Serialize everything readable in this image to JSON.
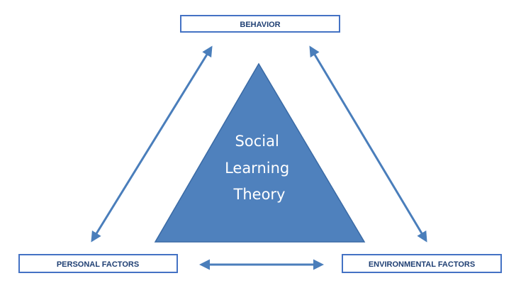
{
  "nodes": {
    "behavior": {
      "label": "BEHAVIOR"
    },
    "personal": {
      "label": "PERSONAL FACTORS"
    },
    "environmental": {
      "label": "ENVIRONMENTAL FACTORS"
    }
  },
  "center": {
    "lines": [
      "Social",
      "Learning",
      "Theory"
    ]
  },
  "colors": {
    "box_border": "#4472c4",
    "triangle_fill": "#4f81bd",
    "triangle_stroke": "#3a6aa5",
    "arrow": "#4a7ebb",
    "label_text": "#1f3f73",
    "center_text": "#ffffff"
  }
}
